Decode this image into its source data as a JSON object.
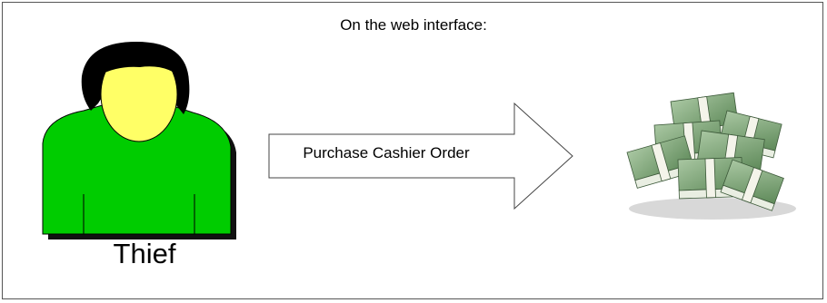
{
  "caption": "On the web interface:",
  "actor": {
    "label": "Thief"
  },
  "action": {
    "label": "Purchase Cashier Order"
  },
  "target": {
    "icon": "money-stacks-icon"
  },
  "colors": {
    "shirt": "#00cc00",
    "skin": "#ffff66",
    "hair": "#000000",
    "shadow": "#111111",
    "arrow_fill": "#ffffff",
    "arrow_stroke": "#444444",
    "bill_green": "#7fa37a",
    "band": "#f4f4ea"
  }
}
